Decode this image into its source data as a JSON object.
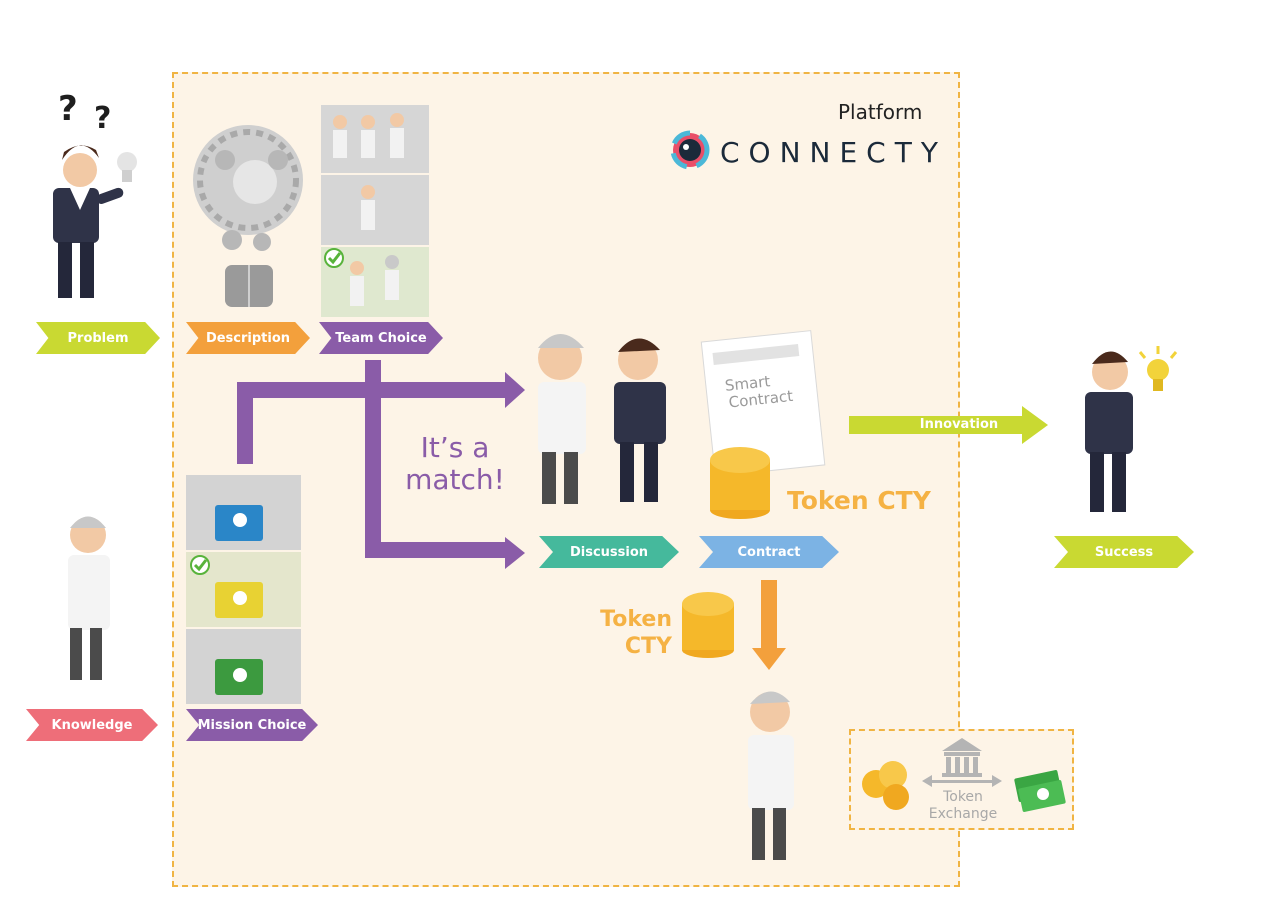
{
  "platform": {
    "label": "Platform",
    "logo_text": "CONNECTY"
  },
  "stages": {
    "problem": "Problem",
    "description": "Description",
    "team_choice": "Team Choice",
    "knowledge": "Knowledge",
    "mission_choice": "Mission Choice",
    "discussion": "Discussion",
    "contract": "Contract",
    "innovation": "Innovation",
    "success": "Success"
  },
  "match_text": {
    "line1": "It’s a",
    "line2": "match!"
  },
  "contract_doc": {
    "line1": "Smart",
    "line2": "Contract"
  },
  "token_main": "Token CTY",
  "token_side": {
    "line1": "Token",
    "line2": "CTY"
  },
  "token_exchange": {
    "line1": "Token",
    "line2": "Exchange"
  },
  "colors": {
    "lime": "#c9d932",
    "orange": "#f3a03c",
    "purple": "#8a5ca8",
    "pink": "#ee6e79",
    "teal": "#45b99c",
    "blue": "#7cb3e4",
    "gold": "#f5b244",
    "platform_bg": "#fdf4e7",
    "platform_border": "#f0b443"
  },
  "icons": [
    "question-marks-icon",
    "light-bulb-icon",
    "gear-bulb-icon",
    "check-icon",
    "folder-icon",
    "handshake-icon",
    "coins-icon",
    "bank-icon",
    "money-icon",
    "logo-icon"
  ]
}
